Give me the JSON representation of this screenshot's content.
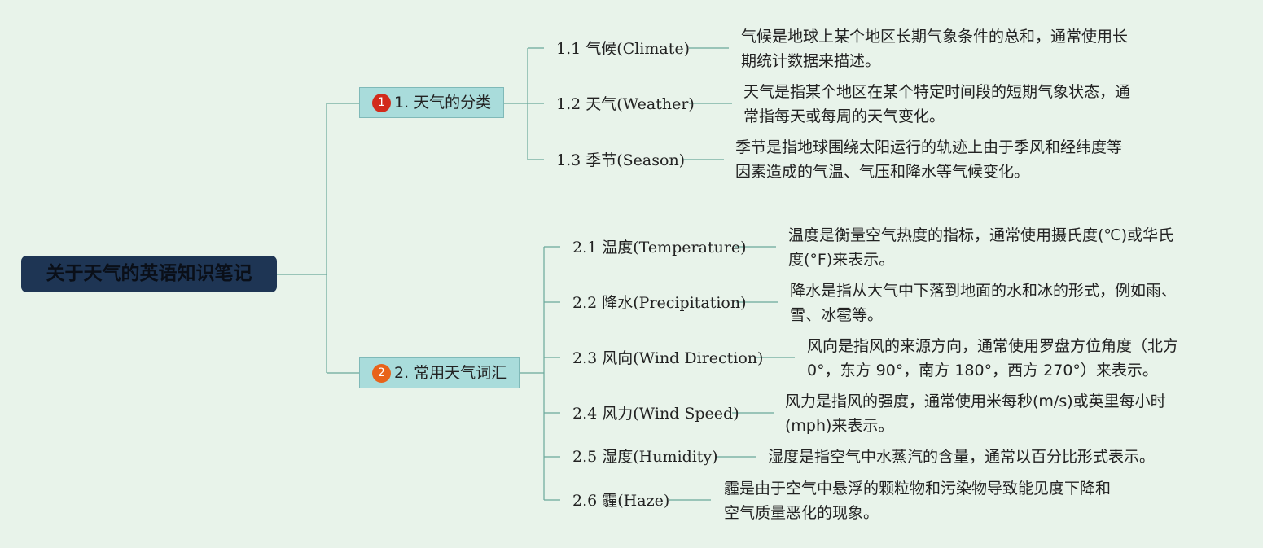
{
  "root": {
    "title": "关于天气的英语知识笔记"
  },
  "branches": [
    {
      "badge": "1",
      "label": "1. 天气的分类",
      "leaves": [
        {
          "label": "1.1 气候(Climate)",
          "desc": [
            "气候是地球上某个地区长期气象条件的总和，通常使用长",
            "期统计数据来描述。"
          ]
        },
        {
          "label": "1.2 天气(Weather)",
          "desc": [
            "天气是指某个地区在某个特定时间段的短期气象状态，通",
            "常指每天或每周的天气变化。"
          ]
        },
        {
          "label": "1.3 季节(Season)",
          "desc": [
            "季节是指地球围绕太阳运行的轨迹上由于季风和经纬度等",
            "因素造成的气温、气压和降水等气候变化。"
          ]
        }
      ]
    },
    {
      "badge": "2",
      "label": "2. 常用天气词汇",
      "leaves": [
        {
          "label": "2.1 温度(Temperature)",
          "desc": [
            "温度是衡量空气热度的指标，通常使用摄氏度(℃)或华氏",
            "度(°F)来表示。"
          ]
        },
        {
          "label": "2.2 降水(Precipitation)",
          "desc": [
            "降水是指从大气中下落到地面的水和冰的形式，例如雨、",
            "雪、冰雹等。"
          ]
        },
        {
          "label": "2.3 风向(Wind Direction)",
          "desc": [
            "风向是指风的来源方向，通常使用罗盘方位角度（北方",
            "0°，东方 90°，南方 180°，西方 270°）来表示。"
          ]
        },
        {
          "label": "2.4 风力(Wind Speed)",
          "desc": [
            "风力是指风的强度，通常使用米每秒(m/s)或英里每小时",
            "(mph)来表示。"
          ]
        },
        {
          "label": "2.5 湿度(Humidity)",
          "desc": [
            "湿度是指空气中水蒸汽的含量，通常以百分比形式表示。"
          ]
        },
        {
          "label": "2.6 霾(Haze)",
          "desc": [
            "霾是由于空气中悬浮的颗粒物和污染物导致能见度下降和",
            "空气质量恶化的现象。"
          ]
        }
      ]
    }
  ],
  "colors": {
    "line": "#6aa89b",
    "root_bg": "#1e3554",
    "branch_bg": "#a9dcdb",
    "badge1": "#d22b1b",
    "badge2": "#e8631a"
  }
}
